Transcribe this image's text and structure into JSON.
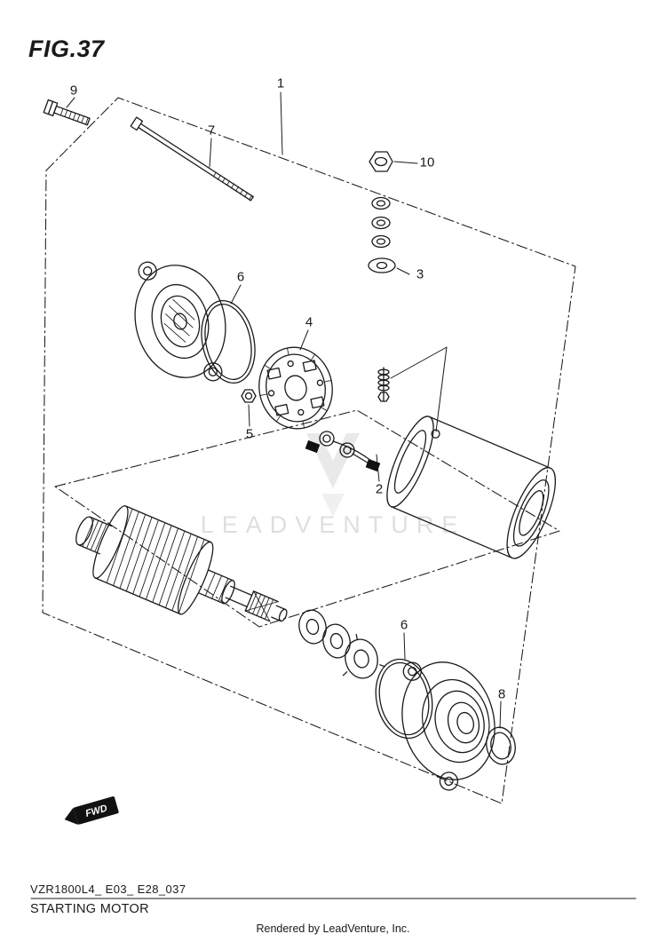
{
  "figure": {
    "title": "FIG.37"
  },
  "callouts": {
    "c1": "1",
    "c2": "2",
    "c3": "3",
    "c4": "4",
    "c5": "5",
    "c6a": "6",
    "c6b": "6",
    "c7": "7",
    "c8": "8",
    "c9": "9",
    "c10": "10"
  },
  "fwd": {
    "label": "FWD"
  },
  "watermark": {
    "text": "LEADVENTURE"
  },
  "footer": {
    "code": "VZR1800L4_ E03_ E28_037",
    "title": "STARTING MOTOR",
    "credit": "Rendered by LeadVenture, Inc."
  },
  "colors": {
    "ink": "#1a1a1a",
    "paper": "#ffffff"
  }
}
